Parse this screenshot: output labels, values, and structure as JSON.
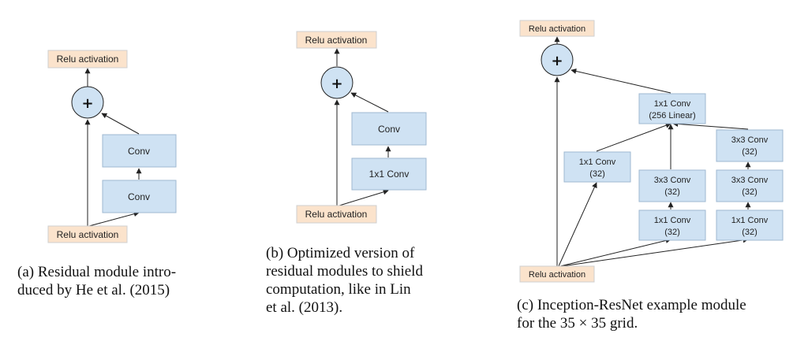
{
  "panel_a": {
    "relu_top": "Relu activation",
    "plus": "+",
    "conv_top": "Conv",
    "conv_bottom": "Conv",
    "relu_bottom": "Relu activation",
    "caption_line1": "(a) Residual module intro-",
    "caption_line2": "duced by He et al. (2015)"
  },
  "panel_b": {
    "relu_top": "Relu activation",
    "plus": "+",
    "conv": "Conv",
    "conv1x1": "1x1 Conv",
    "relu_bottom": "Relu activation",
    "caption_line1": "(b) Optimized version of",
    "caption_line2": "residual modules to shield",
    "caption_line3": "computation, like in Lin",
    "caption_line4": "et al. (2013)."
  },
  "panel_c": {
    "relu_top": "Relu activation",
    "plus": "+",
    "linear_conv_l1": "1x1 Conv",
    "linear_conv_l2": "(256 Linear)",
    "b1_conv_l1": "1x1 Conv",
    "b1_conv_l2": "(32)",
    "b2_conv3_l1": "3x3 Conv",
    "b2_conv3_l2": "(32)",
    "b2_conv1_l1": "1x1 Conv",
    "b2_conv1_l2": "(32)",
    "b3_conv3a_l1": "3x3 Conv",
    "b3_conv3a_l2": "(32)",
    "b3_conv3b_l1": "3x3 Conv",
    "b3_conv3b_l2": "(32)",
    "b3_conv1_l1": "1x1 Conv",
    "b3_conv1_l2": "(32)",
    "relu_bottom": "Relu activation",
    "caption_line1": "(c) Inception-ResNet example module",
    "caption_line2": "for the 35 × 35 grid."
  },
  "colors": {
    "relu_fill": "#fbe3cc",
    "conv_fill": "#cfe2f3",
    "node_stroke": "#9fb8d0",
    "arrow": "#222222"
  }
}
